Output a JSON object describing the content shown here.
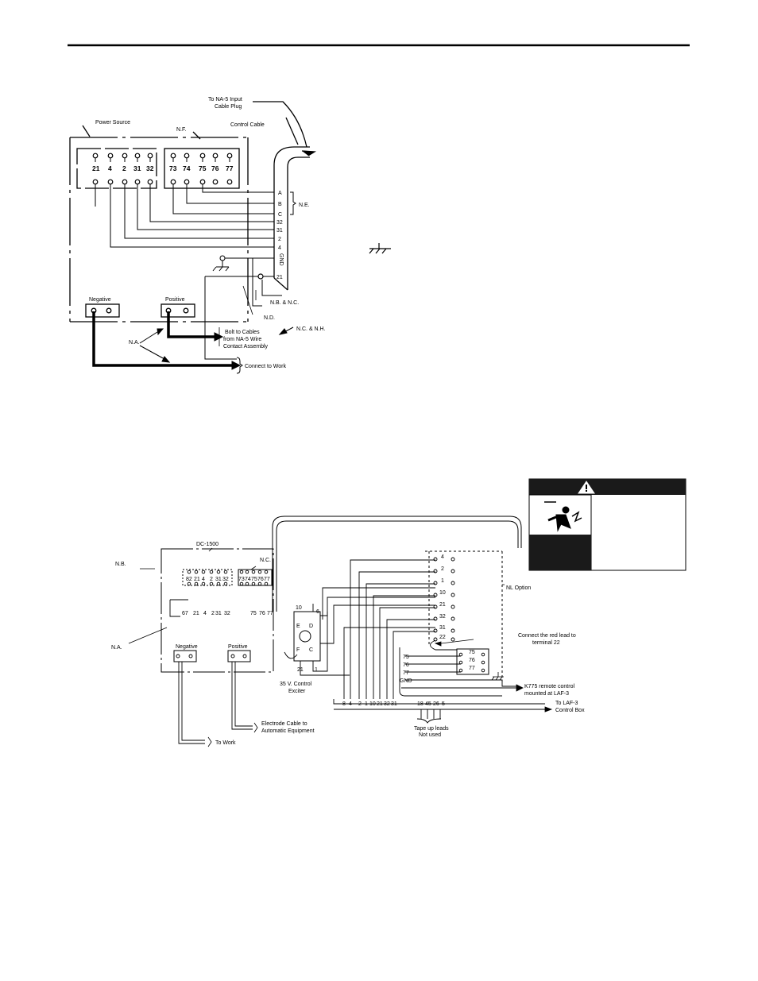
{
  "diagram1": {
    "labels": {
      "to_na5": [
        "To NA-5 Input",
        "Cable Plug"
      ],
      "control_cable": "Control Cable",
      "power_source": "Power Source",
      "nf": "N.F.",
      "ne": "N.E.",
      "nbnc": "N.B. & N.C.",
      "nd": "N.D.",
      "ncnh": "N.C. & N.H.",
      "na": "N.A.",
      "negative": "Negative",
      "positive": "Positive",
      "bolt": [
        "Bolt to Cables",
        "from NA-5 Wire",
        "Contact Assembly"
      ],
      "connect_work": "Connect to Work"
    },
    "terminals_left": [
      "21",
      "4",
      "2",
      "31",
      "32"
    ],
    "terminals_right": [
      "73",
      "74",
      "75",
      "76",
      "77"
    ],
    "cable_pins": [
      "A",
      "B",
      "C",
      "32",
      "31",
      "2",
      "4",
      "GND",
      "21"
    ]
  },
  "diagram2": {
    "labels": {
      "dc1500": "DC-1500",
      "nc": "N.C.",
      "nb": "N.B.",
      "na": "N.A.",
      "nl_option": "NL Option",
      "negative": "Negative",
      "positive": "Positive",
      "control_exciter": [
        "35 V. Control",
        "Exciter"
      ],
      "electrode_cable": [
        "Electrode Cable to",
        "Automatic Equipment"
      ],
      "to_work": "To Work",
      "red_lead": [
        "Connect the red lead to",
        "terminal 22"
      ],
      "k775": [
        "K775 remote control",
        "mounted at LAF-3"
      ],
      "to_laf3": [
        "To LAF-3",
        "Control Box"
      ],
      "tape_up": [
        "Tape up leads",
        "Not used"
      ]
    },
    "top_terminals_left": [
      "82",
      "21",
      "4",
      "2",
      "31",
      "32"
    ],
    "top_terminals_right": [
      "73",
      "74",
      "75",
      "76",
      "77"
    ],
    "mid_terminals_left": [
      "67",
      "21",
      "4",
      "2",
      "31",
      "32"
    ],
    "mid_terminals_right": [
      "75",
      "76",
      "77"
    ],
    "exciter_pins": [
      "10",
      "6",
      "E",
      "D",
      "F",
      "C",
      "21",
      "1"
    ],
    "nl_strip": [
      "4",
      "2",
      "1",
      "10",
      "21",
      "32",
      "31",
      "22"
    ],
    "nl_sub": [
      "75",
      "76",
      "77"
    ],
    "nl_sub_left": [
      "75",
      "76",
      "77",
      "GND"
    ],
    "bottom_leads": [
      "8",
      "4",
      "2",
      "1",
      "10",
      "21",
      "32",
      "31"
    ],
    "tape_leads": [
      "18",
      "45",
      "26",
      "5"
    ]
  }
}
